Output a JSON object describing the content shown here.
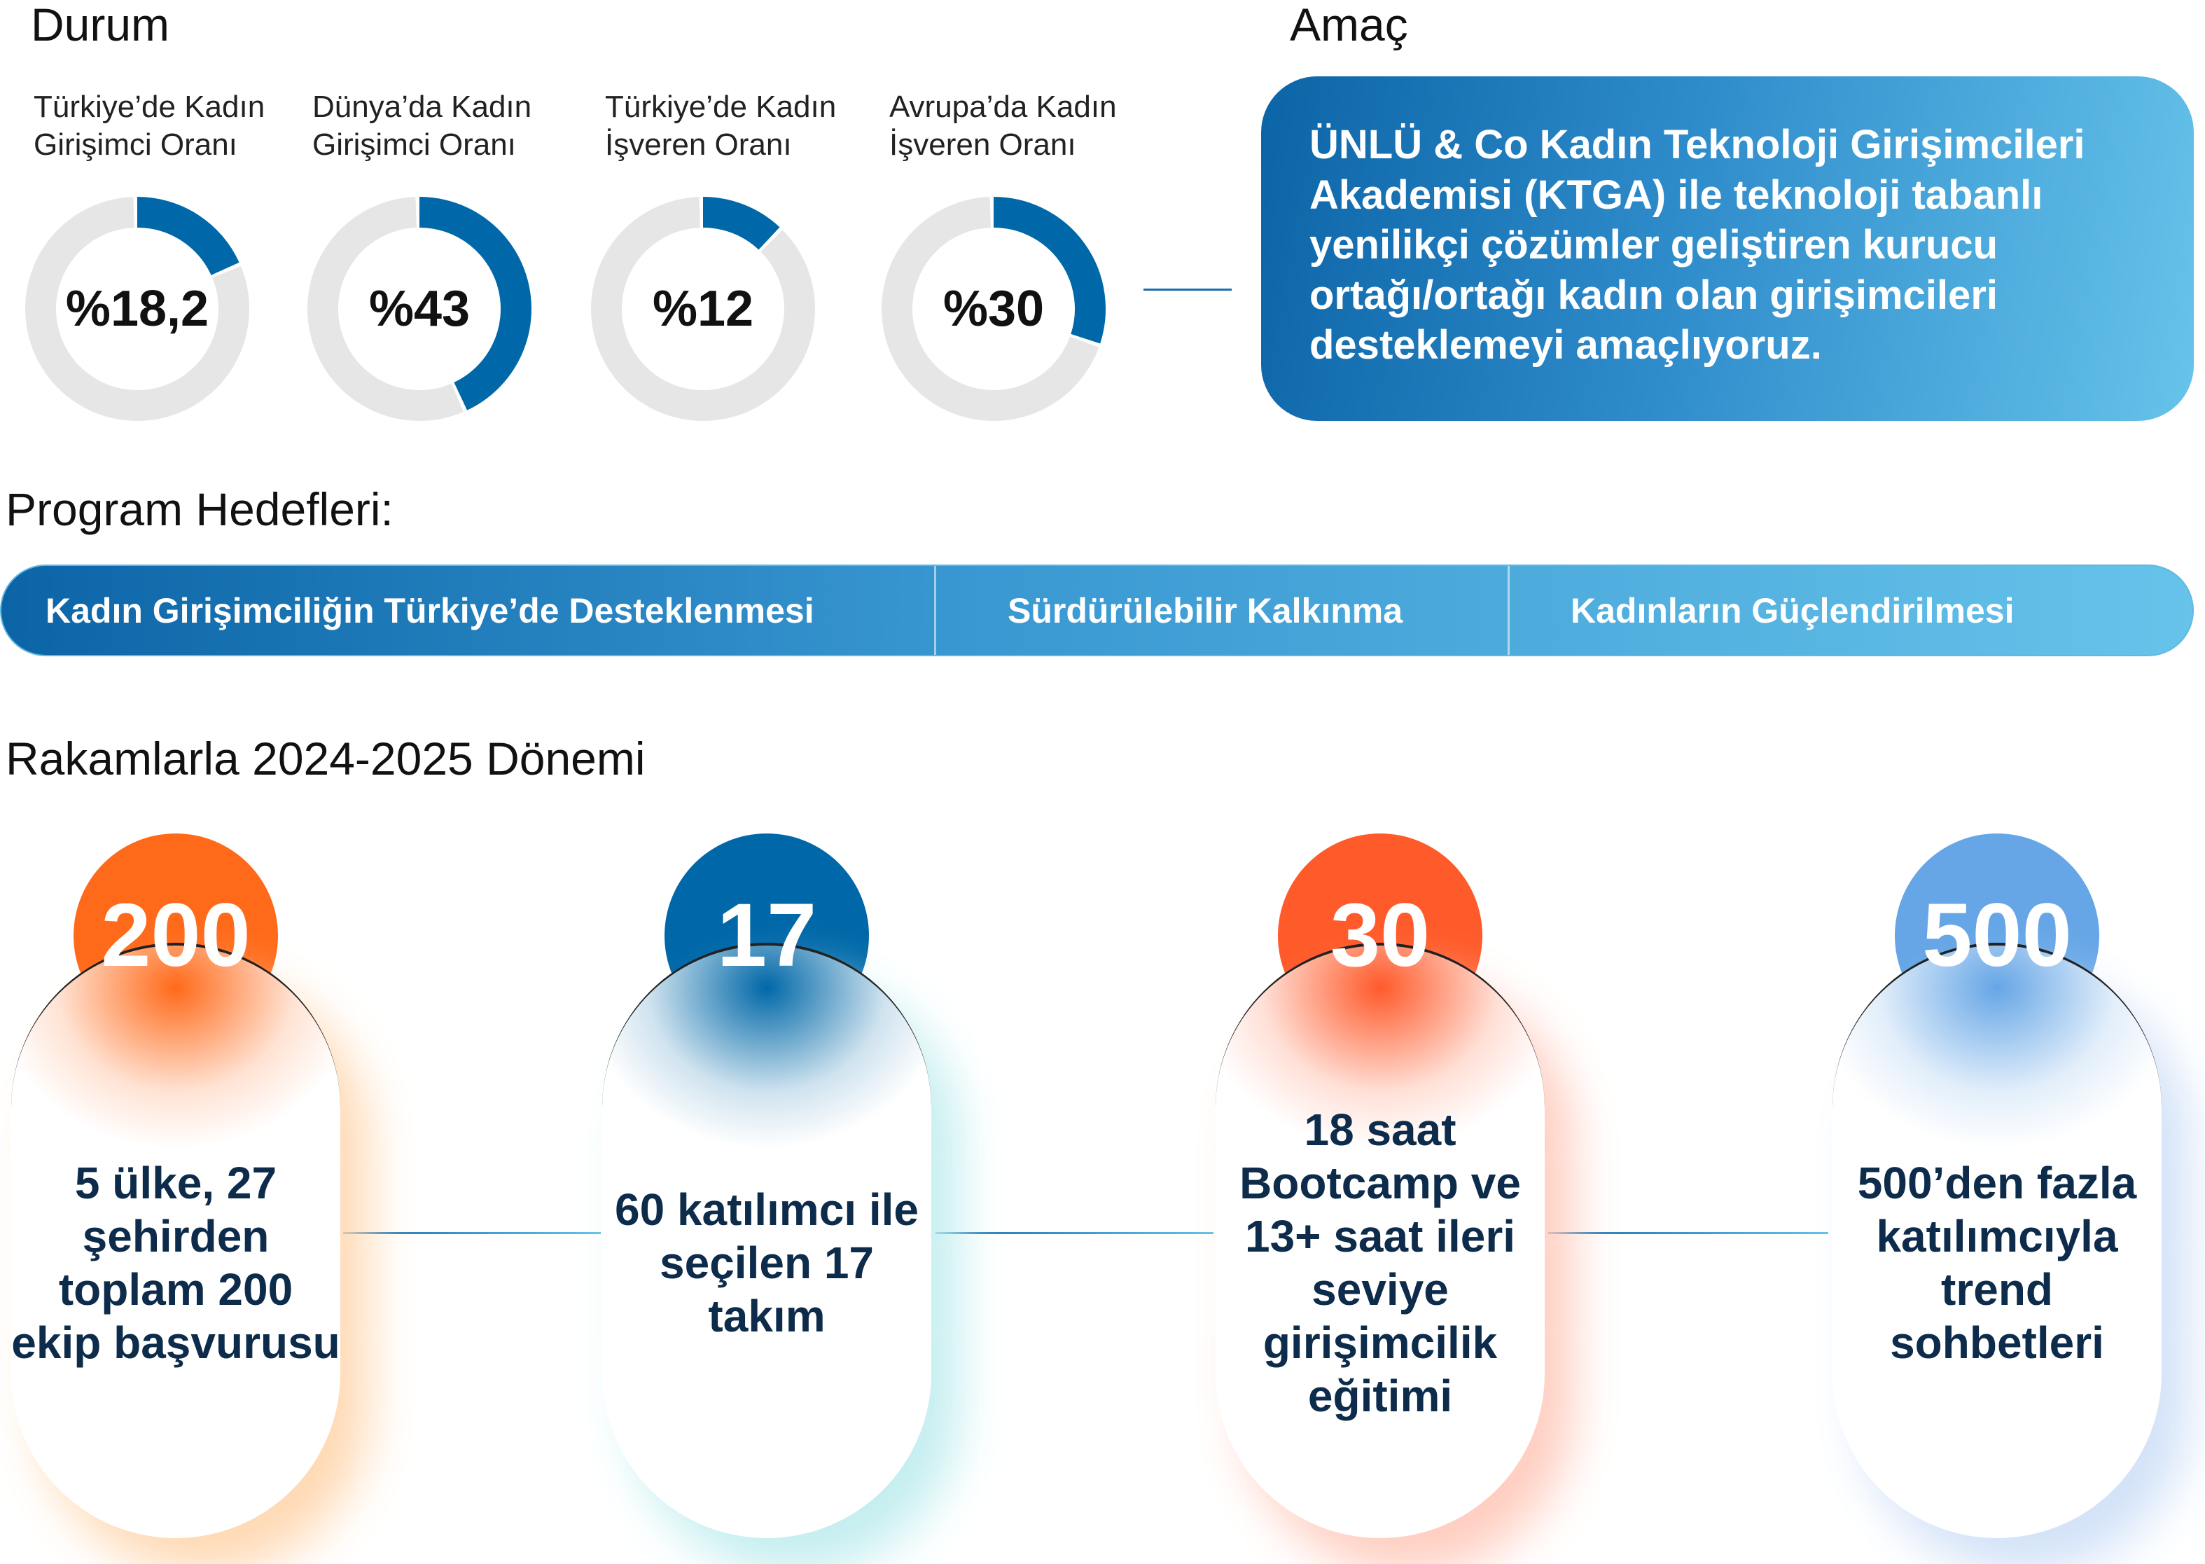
{
  "status": {
    "title": "Durum",
    "items": [
      {
        "label1": "Türkiye’de Kadın",
        "label2": "Girişimci Oranı",
        "value": "%18,2",
        "percent": 18.2
      },
      {
        "label1": "Dünya’da Kadın",
        "label2": "Girişimci Oranı",
        "value": "%43",
        "percent": 43
      },
      {
        "label1": "Türkiye’de Kadın",
        "label2": "İşveren Oranı",
        "value": "%12",
        "percent": 12
      },
      {
        "label1": "Avrupa’da Kadın",
        "label2": "İşveren Oranı",
        "value": "%30",
        "percent": 30
      }
    ]
  },
  "goal": {
    "title": "Amaç",
    "text": "ÜNLÜ & Co Kadın Teknoloji Girişimcileri Akademisi (KTGA) ile teknoloji tabanlı yenilikçi çözümler geliştiren kurucu ortağı/ortağı kadın olan girişimcileri desteklemeyi amaçlıyoruz."
  },
  "program": {
    "title": "Program Hedefleri:",
    "items": [
      "Kadın Girişimciliğin Türkiye’de Desteklenmesi",
      "Sürdürülebilir Kalkınma",
      "Kadınların Güçlendirilmesi"
    ]
  },
  "figures": {
    "title": "Rakamlarla 2024-2025 Dönemi",
    "items": [
      {
        "number": "200",
        "text": "5 ülke, 27 şehirden toplam 200 ekip başvurusu",
        "color": "#ff6a1a",
        "glow": "#ffd9b3"
      },
      {
        "number": "17",
        "text": "60 katılımcı ile seçilen 17 takım",
        "color": "#0068a8",
        "glow": "#c4eef0"
      },
      {
        "number": "30",
        "text": "18 saat Bootcamp ve 13+ saat ileri seviye girişimcilik eğitimi",
        "color": "#ff5a2a",
        "glow": "#ffcdbf"
      },
      {
        "number": "500",
        "text": "500’den fazla katılımcıyla trend sohbetleri",
        "color": "#66a6e6",
        "glow": "#d2e2f8"
      }
    ]
  },
  "colors": {
    "accent": "#0068a8",
    "track": "#e6e6e6"
  }
}
